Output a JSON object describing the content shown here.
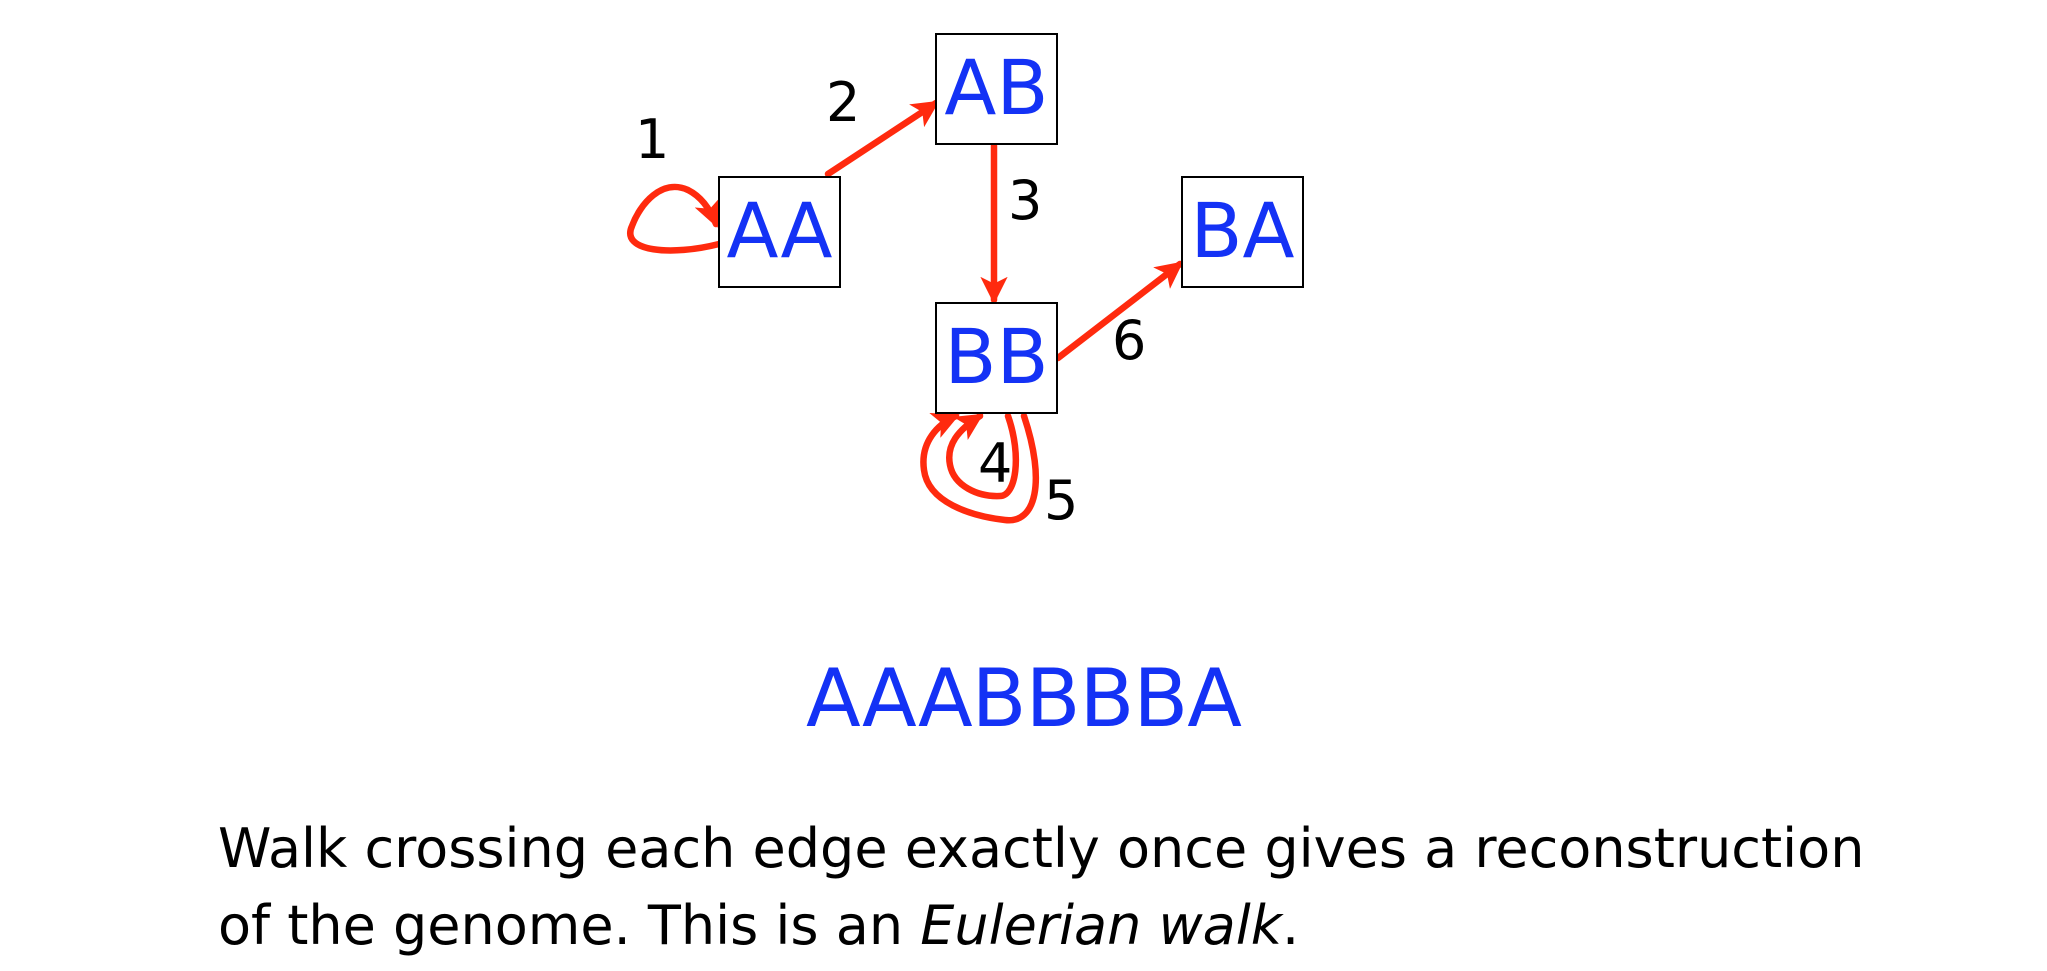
{
  "nodes": [
    {
      "id": "AA",
      "label": "AA"
    },
    {
      "id": "AB",
      "label": "AB"
    },
    {
      "id": "BB",
      "label": "BB"
    },
    {
      "id": "BA",
      "label": "BA"
    }
  ],
  "edges": [
    {
      "label": "1",
      "from": "AA",
      "to": "AA"
    },
    {
      "label": "2",
      "from": "AA",
      "to": "AB"
    },
    {
      "label": "3",
      "from": "AB",
      "to": "BB"
    },
    {
      "label": "4",
      "from": "BB",
      "to": "BB"
    },
    {
      "label": "5",
      "from": "BB",
      "to": "BB"
    },
    {
      "label": "6",
      "from": "BB",
      "to": "BA"
    }
  ],
  "genome": "AAABBBBA",
  "caption": {
    "line1": "Walk crossing each edge exactly once gives a reconstruction",
    "line2_start": "of the genome.  This is an ",
    "line2_italic": "Eulerian walk",
    "line2_end": "."
  },
  "colors": {
    "node_text": "#1432f5",
    "edge": "#ff2a0e",
    "text": "#000000"
  }
}
